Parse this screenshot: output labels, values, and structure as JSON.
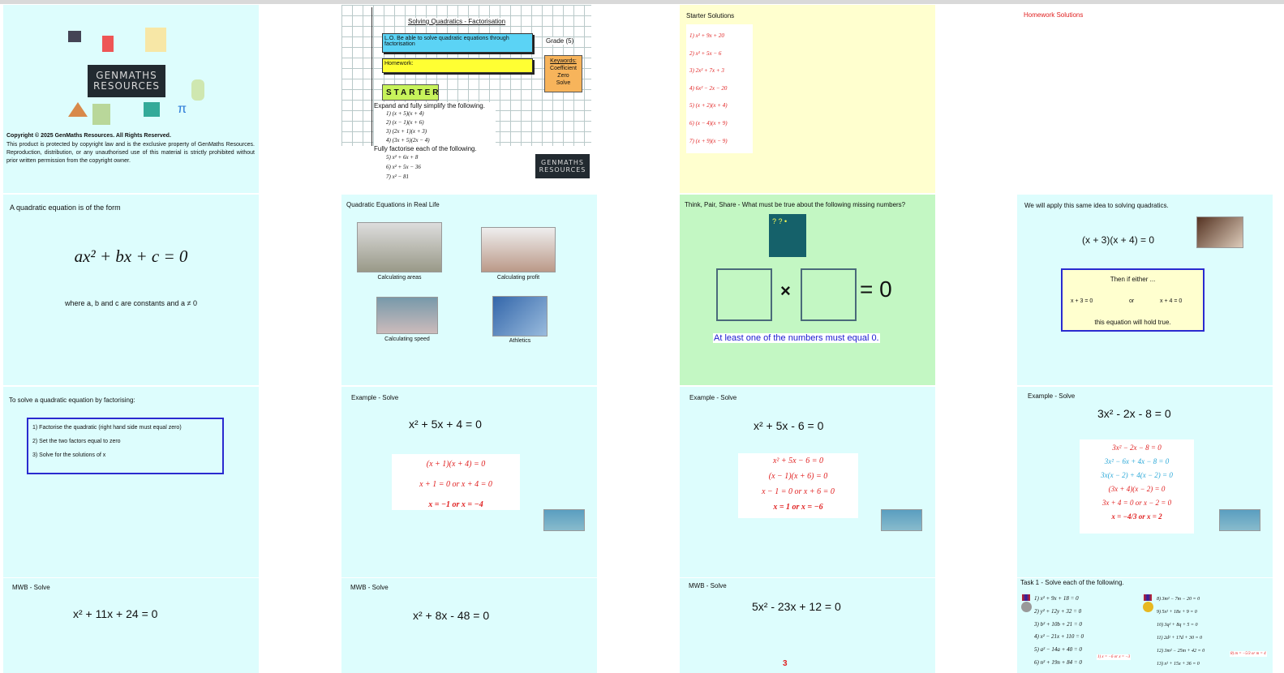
{
  "slide1": {
    "logo_text": "GENMATHS RESOURCES",
    "copyright_title": "Copyright © 2025 GenMaths Resources. All Rights Reserved.",
    "copyright_body": "This product is protected by copyright law and is the exclusive property of GenMaths Resources. Reproduction, distribution, or any unauthorised use of this material is strictly prohibited without prior written permission from the copyright owner."
  },
  "slide2": {
    "title": "Solving Quadratics - Factorisation",
    "lo": "L.O. Be able to solve quadratic equations through factorisation",
    "grade": "Grade (5)",
    "homework": "Homework:",
    "keywords_title": "Keywords:",
    "keywords": [
      "Coefficient",
      "Zero",
      "Solve"
    ],
    "starter": "STARTER",
    "expand_heading": "Expand and fully simplify the following.",
    "expand_items": [
      "1)  (x + 5)(x + 4)",
      "2)  (x − 1)(x + 6)",
      "3)  (2x + 1)(x + 3)",
      "4)  (3x + 5)(2x − 4)"
    ],
    "factorise_heading": "Fully factorise each of the following.",
    "factorise_items": [
      "5)  x² + 6x + 8",
      "6)  x² + 5x − 36",
      "7)  x² − 81"
    ],
    "logo_text": "GENMATHS RESOURCES"
  },
  "slide3": {
    "title": "Starter Solutions",
    "items": [
      "1)  x² + 9x + 20",
      "2)  x² + 5x − 6",
      "3)  2x² + 7x + 3",
      "4)  6x² − 2x − 20",
      "5)  (x + 2)(x + 4)",
      "6)  (x − 4)(x + 9)",
      "7)  (x + 9)(x − 9)"
    ]
  },
  "slide4": {
    "title": "Homework Solutions"
  },
  "slide5": {
    "intro": "A quadratic equation is of the form",
    "formula": "ax² + bx + c = 0",
    "note": "where a, b and c are constants and a ≠ 0"
  },
  "slide6": {
    "title": "Quadratic Equations in Real Life",
    "captions": [
      "Calculating areas",
      "Calculating profit",
      "Calculating speed",
      "Athletics"
    ]
  },
  "slide7": {
    "title": "Think, Pair, Share - What must be true about the following missing numbers?",
    "times": "×",
    "equals": "= 0",
    "answer": "At least one of the numbers must equal 0."
  },
  "slide8": {
    "title": "We will apply this same idea to solving quadratics.",
    "equation": "(x + 3)(x + 4) = 0",
    "then": "Then if either ...",
    "left": "x + 3 = 0",
    "or": "or",
    "right": "x + 4 = 0",
    "conclusion": "this equation will hold true."
  },
  "slide9": {
    "title": "To solve a quadratic equation by factorising:",
    "steps": [
      "1) Factorise the quadratic (right hand side must equal zero)",
      "2) Set the two factors equal to zero",
      "3) Solve for the solutions of x"
    ]
  },
  "slide10": {
    "title": "Example - Solve",
    "equation": "x² + 5x + 4 = 0",
    "steps": [
      "(x + 1)(x + 4) = 0",
      "x + 1 = 0   or   x + 4 = 0",
      "x = −1   or   x = −4"
    ]
  },
  "slide11": {
    "title": "Example - Solve",
    "equation": "x² + 5x - 6 = 0",
    "steps": [
      "x² + 5x − 6 = 0",
      "(x − 1)(x + 6) = 0",
      "x − 1 = 0   or   x + 6 = 0",
      "x = 1   or   x = −6"
    ]
  },
  "slide12": {
    "title": "Example - Solve",
    "equation": "3x² - 2x - 8 = 0",
    "steps": [
      "3x² − 2x − 8 = 0",
      "3x² − 6x + 4x − 8 = 0",
      "3x(x − 2) + 4(x − 2) = 0",
      "(3x + 4)(x − 2) = 0",
      "3x + 4 = 0   or   x − 2 = 0",
      "x = −4/3   or   x = 2"
    ]
  },
  "slide13": {
    "title": "MWB - Solve",
    "equation": "x² + 11x + 24 = 0"
  },
  "slide14": {
    "title": "MWB - Solve",
    "equation": "x² + 8x - 48 = 0"
  },
  "slide15": {
    "title": "MWB - Solve",
    "equation": "5x² - 23x + 12 = 0",
    "marker": "3"
  },
  "slide16": {
    "title": "Task 1 - Solve each of the following.",
    "left": [
      "1) x² + 9x + 18 = 0",
      "2) y² + 12y + 32 = 0",
      "3) b² + 10b + 21 = 0",
      "4) x² − 21x + 110 = 0",
      "5) a² − 14a + 40 = 0",
      "6) n² + 19n + 84 = 0"
    ],
    "right": [
      "8) 3m² − 7m − 20 = 0",
      "9) 5x² + 18x + 9 = 0",
      "10) 3q² + 8q + 5 = 0",
      "11) 2d² + 17d + 30 = 0",
      "12) 3m² − 25m + 42 = 0",
      "13) x² + 15x + 36 = 0"
    ],
    "answer1": "1) x = −6 or x = −3",
    "answer8": "8) m = −5/3 or m = 4"
  },
  "colors": {
    "cyan": "#ddfdfd",
    "yellow": "#ffffcf",
    "green": "#c3f7c3",
    "red": "#e02020",
    "blue": "#1a1ad0"
  }
}
